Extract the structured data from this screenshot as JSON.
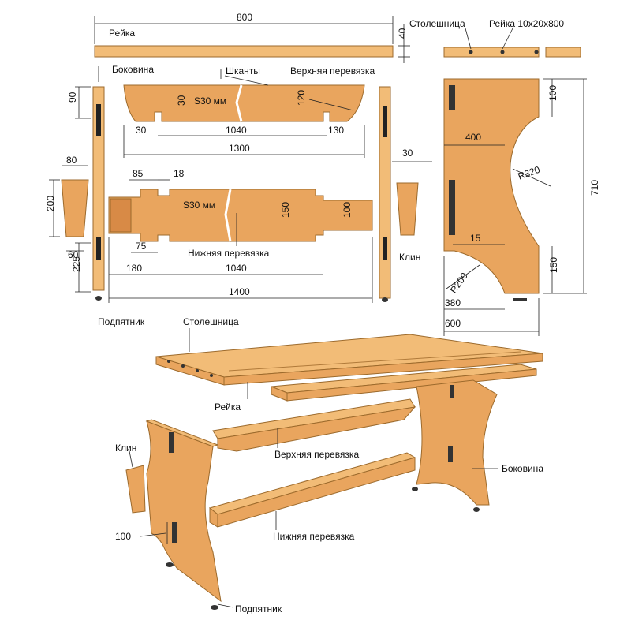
{
  "colors": {
    "wood": "#e9a55e",
    "wood_light": "#f2bc77",
    "wood_edge": "#9c6a2c",
    "background": "#ffffff"
  },
  "labels": {
    "reyka": "Рейка",
    "bokovina": "Боковина",
    "shkanty": "Шканты",
    "verkh": "Верхняя перевязка",
    "stoleshnitsa": "Столешница",
    "reyka_size": "Рейка 10x20x800",
    "nizh": "Нижняя перевязка",
    "klin": "Клин",
    "podpyatnik": "Подпятник",
    "s30_top": "S30 мм",
    "s30_bottom": "S30 мм",
    "r320": "R320",
    "r200": "R200"
  },
  "dims": {
    "d800": "800",
    "d40": "40",
    "d90": "90",
    "d30a": "30",
    "d30b": "30",
    "d1040a": "1040",
    "d120": "120",
    "d130": "130",
    "d1300": "1300",
    "d30c": "30",
    "d80": "80",
    "d200": "200",
    "d60": "60",
    "d225": "225",
    "d85": "85",
    "d18": "18",
    "d75": "75",
    "d150a": "150",
    "d100a": "100",
    "d180": "180",
    "d1040b": "1040",
    "d1400": "1400",
    "d100b": "100",
    "d400": "400",
    "d710": "710",
    "d15": "15",
    "d150b": "150",
    "d380": "380",
    "d600": "600",
    "d100c": "100"
  },
  "assembly": {
    "stoleshnitsa": "Столешница",
    "reyka": "Рейка",
    "verkh": "Верхняя перевязка",
    "klin": "Клин",
    "bokovina": "Боковина",
    "nizh": "Нижняя перевязка",
    "podpyatnik": "Подпятник"
  }
}
